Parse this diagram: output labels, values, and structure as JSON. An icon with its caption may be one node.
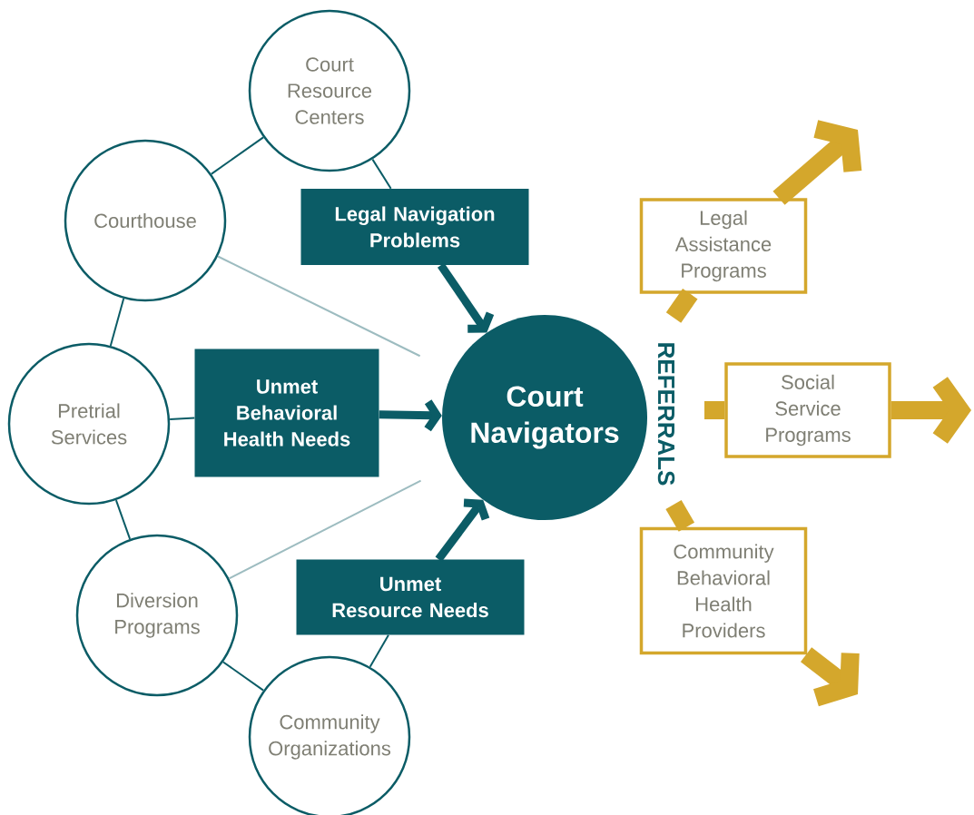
{
  "diagram": {
    "nodes": [
      {
        "text": [
          "Court Resource Centers"
        ]
      },
      {
        "text": [
          "Courthouse"
        ]
      },
      {
        "text": [
          "Pretrial Services"
        ]
      },
      {
        "text": [
          "Diversion Programs"
        ]
      },
      {
        "text": [
          "Community Organizations"
        ]
      },
      {
        "text": [
          "Legal Navigation Problems"
        ]
      },
      {
        "text": [
          "Unmet Behavioral Health Needs"
        ]
      },
      {
        "text": [
          "Unmet Resource Needs"
        ]
      },
      {
        "text": [
          "Court Navigators"
        ]
      },
      {
        "text": [
          "Legal Assistance Programs"
        ]
      },
      {
        "text": [
          "Social Service Programs"
        ]
      },
      {
        "text": [
          "Community Behavioral Health Providers"
        ]
      }
    ],
    "edges": [
      {
        "from": 0,
        "to": 1,
        "arrow": "none"
      },
      {
        "from": 1,
        "to": 2,
        "arrow": "none"
      },
      {
        "from": 2,
        "to": 3,
        "arrow": "none"
      },
      {
        "from": 3,
        "to": 4,
        "arrow": "none"
      },
      {
        "from": 0,
        "to": 5,
        "arrow": "none"
      },
      {
        "from": 2,
        "to": 6,
        "arrow": "none"
      },
      {
        "from": 4,
        "to": 7,
        "arrow": "none"
      },
      {
        "from": 1,
        "to": 8,
        "arrow": "none",
        "color": "#9dbcc0"
      },
      {
        "from": 3,
        "to": 8,
        "arrow": "none",
        "color": "#9dbcc0"
      },
      {
        "from": 5,
        "to": 8,
        "arrow": "to",
        "style": "thick"
      },
      {
        "from": 6,
        "to": 8,
        "arrow": "to",
        "style": "thick"
      },
      {
        "from": 7,
        "to": 8,
        "arrow": "to",
        "style": "thick"
      },
      {
        "from": null,
        "to": 9,
        "arrow": "none",
        "style": "thick",
        "color": "#d4a72c"
      },
      {
        "from": 9,
        "to": null,
        "arrow": "to",
        "style": "thick",
        "color": "#d4a72c"
      },
      {
        "from": null,
        "to": 10,
        "arrow": "none",
        "style": "thick",
        "color": "#d4a72c"
      },
      {
        "from": 10,
        "to": null,
        "arrow": "to",
        "style": "thick",
        "color": "#d4a72c"
      },
      {
        "from": null,
        "to": 11,
        "arrow": "none",
        "style": "thick",
        "color": "#d4a72c"
      },
      {
        "from": 11,
        "to": null,
        "arrow": "to",
        "style": "thick",
        "color": "#d4a72c"
      }
    ],
    "labels": [
      "REFERRALS"
    ]
  }
}
